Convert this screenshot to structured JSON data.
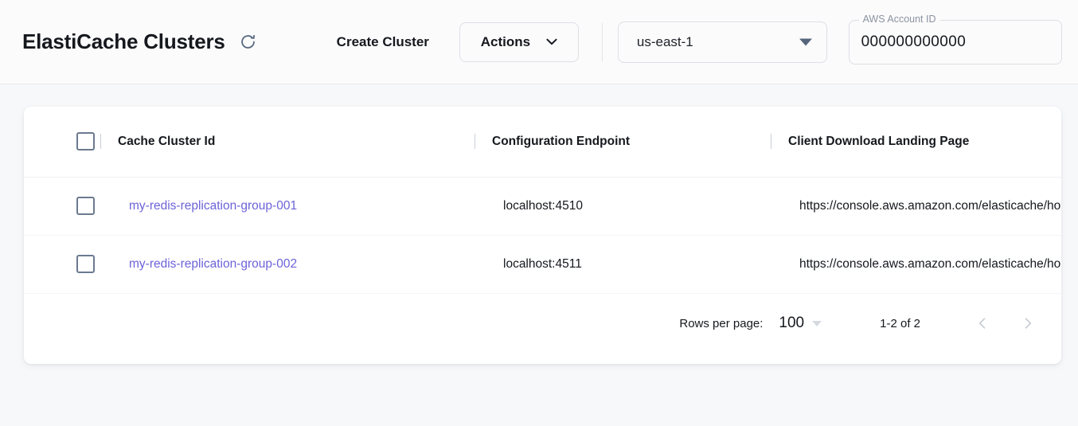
{
  "header": {
    "title": "ElastiCache Clusters",
    "refresh_icon": "refresh-icon",
    "create_button": "Create Cluster",
    "actions_button": "Actions",
    "actions_chevron_icon": "chevron-down-icon",
    "region": {
      "value": "us-east-1",
      "caret_icon": "caret-down-icon"
    },
    "account": {
      "label": "AWS Account ID",
      "value": "000000000000"
    }
  },
  "table": {
    "columns": [
      "Cache Cluster Id",
      "Configuration Endpoint",
      "Client Download Landing Page"
    ],
    "select_all_checkbox": "select-all-checkbox",
    "rows": [
      {
        "cluster_id": "my-redis-replication-group-001",
        "endpoint": "localhost:4510",
        "landing_page": "https://console.aws.amazon.com/elasticache/home"
      },
      {
        "cluster_id": "my-redis-replication-group-002",
        "endpoint": "localhost:4511",
        "landing_page": "https://console.aws.amazon.com/elasticache/home"
      }
    ]
  },
  "pagination": {
    "rows_per_page_label": "Rows per page:",
    "rows_per_page_value": "100",
    "range": "1-2 of 2",
    "prev_icon": "chevron-left-icon",
    "next_icon": "chevron-right-icon"
  },
  "colors": {
    "link": "#6c63d8",
    "page_bg": "#f7f8fa",
    "card_bg": "#ffffff"
  }
}
